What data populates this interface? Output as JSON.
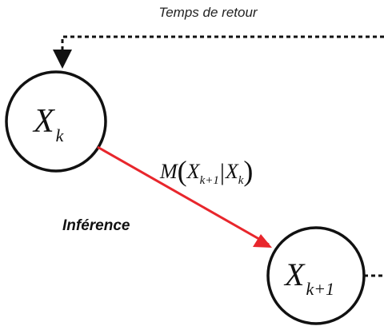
{
  "diagram": {
    "feedback_label": "Temps de retour",
    "inference_label": "Inférence",
    "node_current": {
      "symbol": "X",
      "subscript": "k"
    },
    "node_next": {
      "symbol": "X",
      "subscript": "k+1"
    },
    "transition": {
      "function": "M",
      "target_symbol": "X",
      "target_subscript": "k+1",
      "given_symbol": "X",
      "given_subscript": "k"
    },
    "colors": {
      "arrow": "#e8262c",
      "stroke": "#111111",
      "dashed": "#111111"
    }
  }
}
